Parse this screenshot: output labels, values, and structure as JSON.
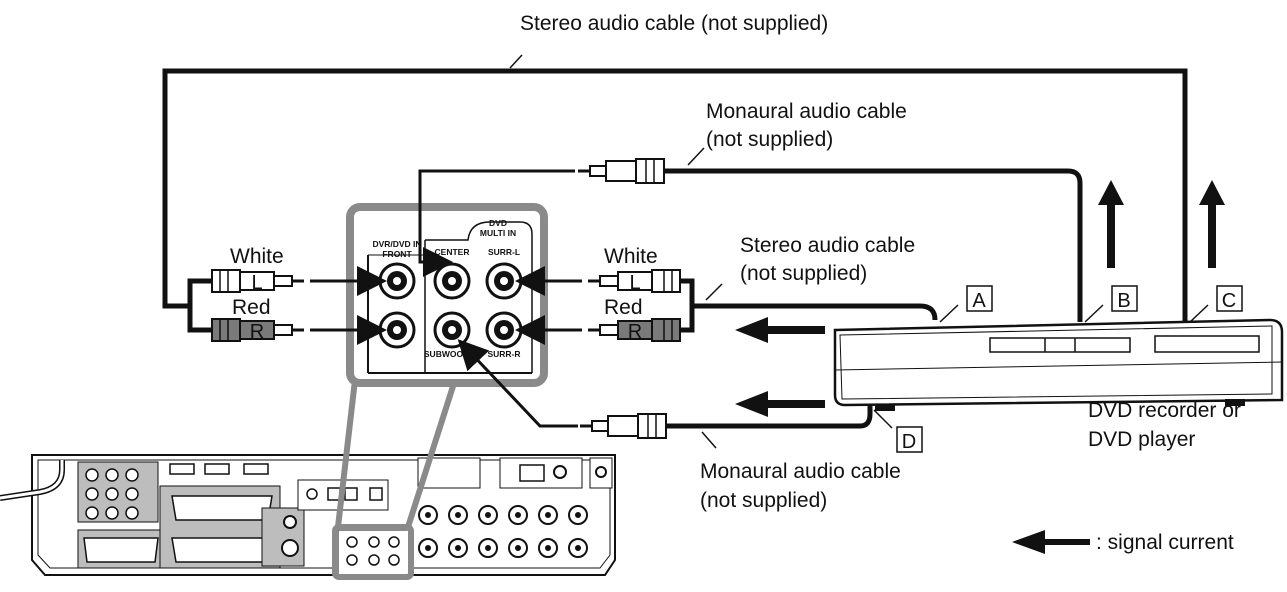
{
  "labels": {
    "stereo_top": "Stereo audio cable (not supplied)",
    "mono_top_1": "Monaural audio cable",
    "mono_top_2": "(not supplied)",
    "stereo_mid_1": "Stereo audio cable",
    "stereo_mid_2": "(not supplied)",
    "mono_bottom_1": "Monaural audio cable",
    "mono_bottom_2": "(not supplied)",
    "white_left": "White",
    "red_left": "Red",
    "white_right": "White",
    "red_right": "Red",
    "plug_l_left": "L",
    "plug_r_left": "R",
    "plug_l_right": "L",
    "plug_r_right": "R",
    "device_1": "DVD recorder or",
    "device_2": "DVD player",
    "legend": ": signal current"
  },
  "panel": {
    "dvd_multi_in_1": "DVD",
    "dvd_multi_in_2": "MULTI IN",
    "dvr_dvd_in_1": "DVR/DVD IN",
    "dvr_dvd_in_2": "FRONT",
    "center": "CENTER",
    "surr_l": "SURR-L",
    "subwoofer": "SUBWOOFER",
    "surr_r": "SURR-R"
  },
  "terminals": [
    "A",
    "B",
    "C",
    "D"
  ]
}
